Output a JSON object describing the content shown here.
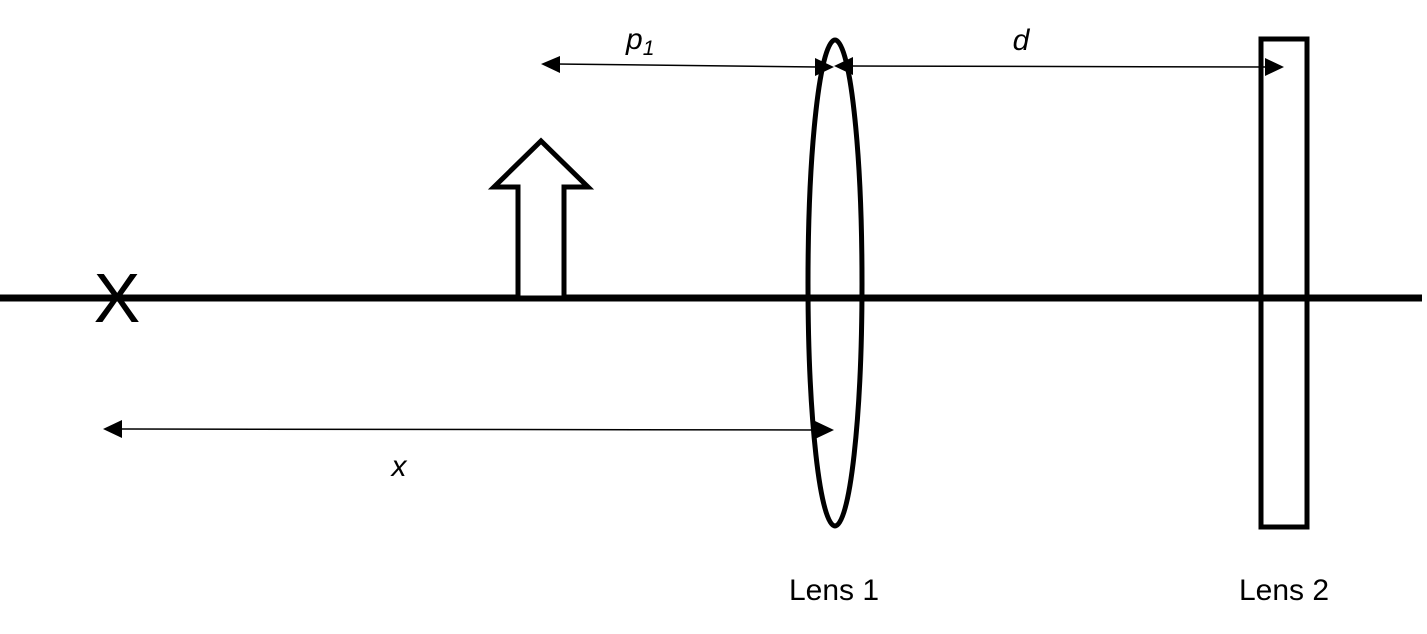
{
  "labels": {
    "p1_main": "p",
    "p1_sub": "1",
    "d": "d",
    "x": "x",
    "marker": "X",
    "lens1": "Lens 1",
    "lens2": "Lens 2"
  },
  "colors": {
    "stroke": "#000000",
    "background": "#ffffff"
  }
}
